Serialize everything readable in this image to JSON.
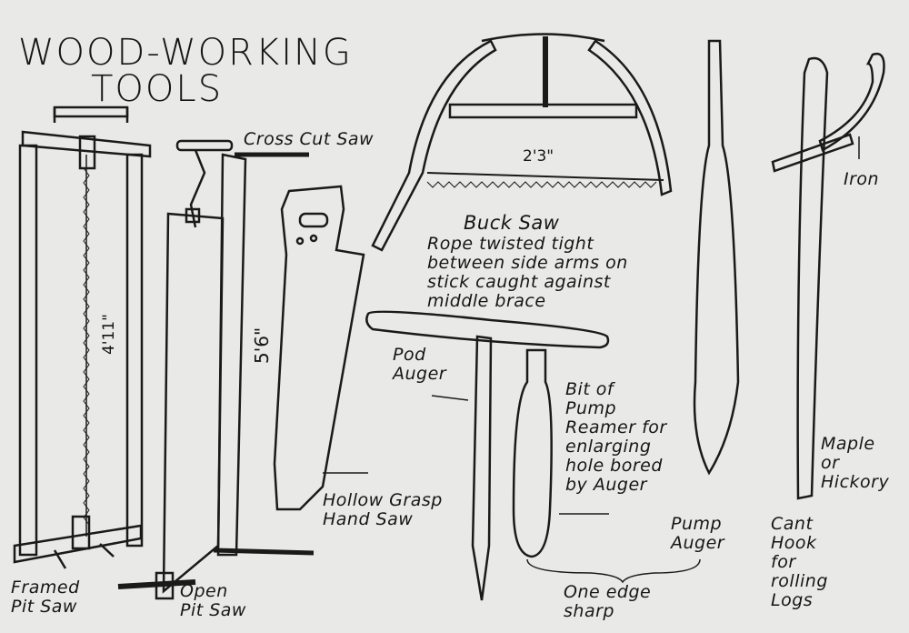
{
  "title": {
    "line1": "WOOD-WORKING",
    "line2": "TOOLS"
  },
  "labels": {
    "cross_cut_saw": "Cross Cut Saw",
    "buck_saw_dim": "2'3\"",
    "buck_saw": "Buck Saw",
    "buck_saw_note": "Rope twisted tight\nbetween side arms on\nstick caught against\n middle brace",
    "iron": "Iron",
    "framed_pit_saw_dim": "4'11\"",
    "open_pit_saw_dim": "5'6\"",
    "pod_auger": "Pod\nAuger",
    "reamer_note": "Bit of\nPump\nReamer for\nenlarging\nhole bored\nby Auger",
    "maple_hickory": "Maple\nor\nHickory",
    "hollow_grasp_hand_saw": "Hollow Grasp\nHand Saw",
    "pump_auger": "Pump\nAuger",
    "cant_hook": "Cant\nHook\nfor\nrolling\nLogs",
    "framed_pit_saw": "Framed\nPit Saw",
    "open_pit_saw": "Open\nPit Saw",
    "one_edge_sharp": "One edge\nsharp"
  }
}
